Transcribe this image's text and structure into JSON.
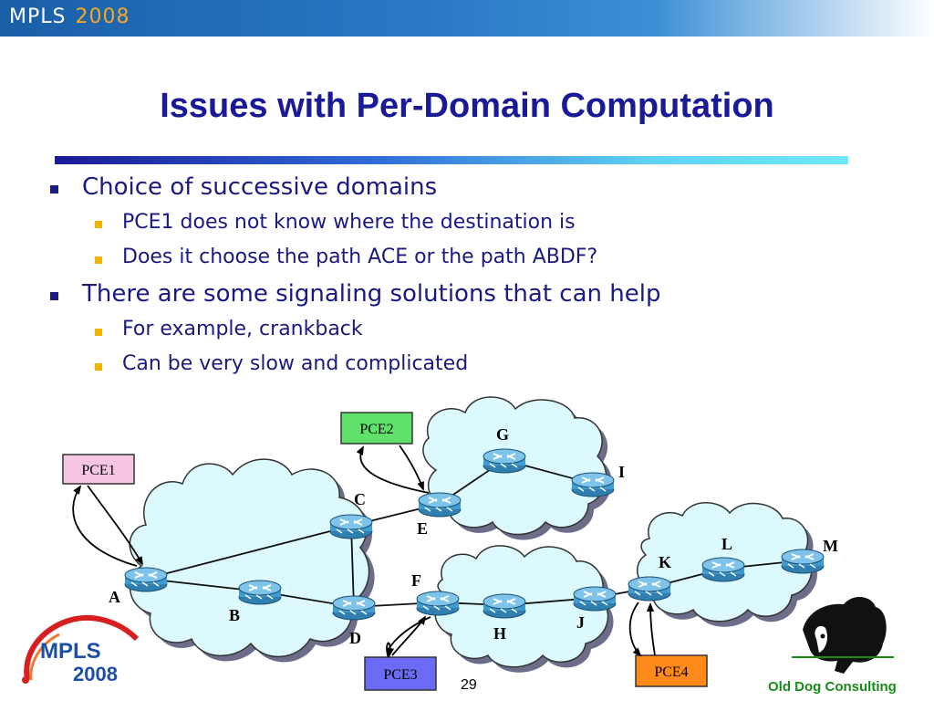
{
  "header": {
    "brand_text": "MPLS",
    "brand_year": "2008"
  },
  "slide": {
    "title": "Issues with Per-Domain Computation",
    "bullets": [
      {
        "text": "Choice of successive domains",
        "sub": [
          "PCE1 does not know where the destination is",
          "Does it choose the path ACE or the path ABDF?"
        ]
      },
      {
        "text": "There are some signaling solutions that can help",
        "sub": [
          "For example, crankback",
          "Can be very slow and complicated"
        ]
      }
    ],
    "page_number": "29",
    "company": "Old Dog Consulting",
    "logo": {
      "line1": "MPLS",
      "line2": "2008"
    }
  },
  "diagram": {
    "pce": {
      "pce1": "PCE1",
      "pce2": "PCE2",
      "pce3": "PCE3",
      "pce4": "PCE4"
    },
    "nodes": {
      "A": "A",
      "B": "B",
      "C": "C",
      "D": "D",
      "E": "E",
      "F": "F",
      "G": "G",
      "H": "H",
      "I": "I",
      "J": "J",
      "K": "K",
      "L": "L",
      "M": "M"
    }
  },
  "colors": {
    "title": "#1a1a96",
    "cloud": "#dcfafd",
    "router": "#3f9bd0",
    "pce1": "#f6c6e4",
    "pce2": "#5ee26a",
    "pce3": "#6b6bf5",
    "pce4": "#ff8a1a",
    "company": "#1a8a1a"
  }
}
